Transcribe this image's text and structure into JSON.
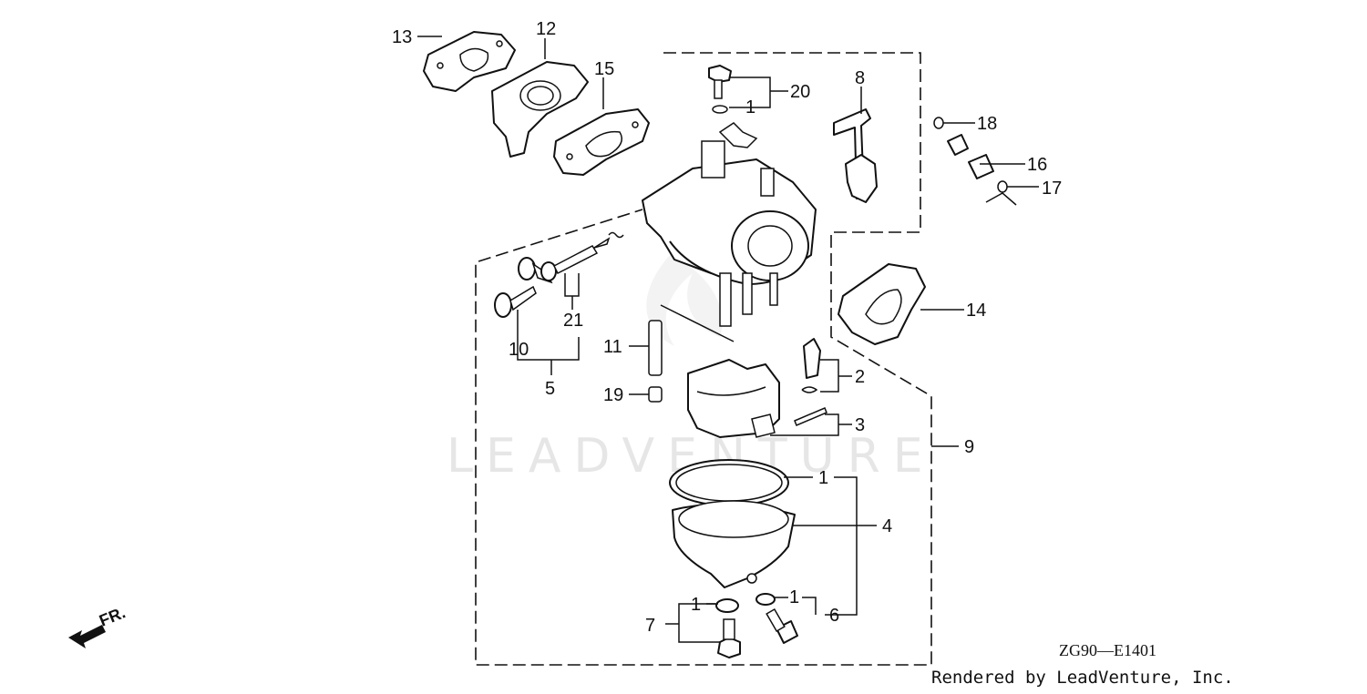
{
  "watermark": "LEADVENTURE",
  "diagram_code": "ZG90—E1401",
  "credit": "Rendered by LeadVenture, Inc.",
  "direction_label": "FR.",
  "callouts": {
    "c1a": "1",
    "c1b": "1",
    "c1c": "1",
    "c1d": "1",
    "c2": "2",
    "c3": "3",
    "c4": "4",
    "c5": "5",
    "c6": "6",
    "c7": "7",
    "c8": "8",
    "c9": "9",
    "c10": "10",
    "c11": "11",
    "c12": "12",
    "c13": "13",
    "c14": "14",
    "c15": "15",
    "c16": "16",
    "c17": "17",
    "c18": "18",
    "c19": "19",
    "c20": "20",
    "c21": "21"
  }
}
